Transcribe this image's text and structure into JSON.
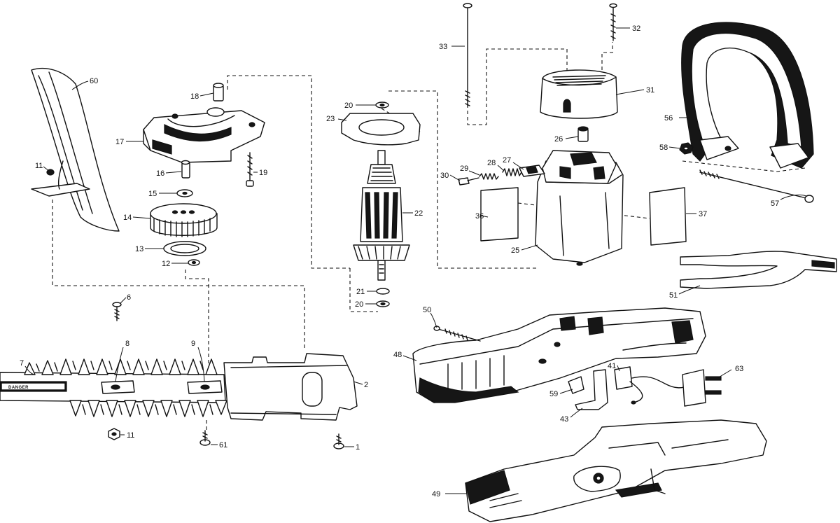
{
  "labels": {
    "p1": "1",
    "p2": "2",
    "p6": "6",
    "p7": "7",
    "p8": "8",
    "p9": "9",
    "p11a": "11",
    "p11b": "11",
    "p12": "12",
    "p13": "13",
    "p14": "14",
    "p15": "15",
    "p16": "16",
    "p17": "17",
    "p18": "18",
    "p19": "19",
    "p20a": "20",
    "p20b": "20",
    "p21": "21",
    "p22": "22",
    "p23": "23",
    "p25": "25",
    "p26": "26",
    "p27": "27",
    "p28": "28",
    "p29": "29",
    "p30": "30",
    "p31": "31",
    "p32": "32",
    "p33": "33",
    "p36": "36",
    "p37": "37",
    "p41": "41",
    "p43": "43",
    "p48": "48",
    "p49": "49",
    "p50": "50",
    "p51": "51",
    "p56": "56",
    "p57": "57",
    "p58": "58",
    "p59": "59",
    "p60": "60",
    "p61": "61",
    "p63": "63"
  },
  "blade_label": "DANGER"
}
